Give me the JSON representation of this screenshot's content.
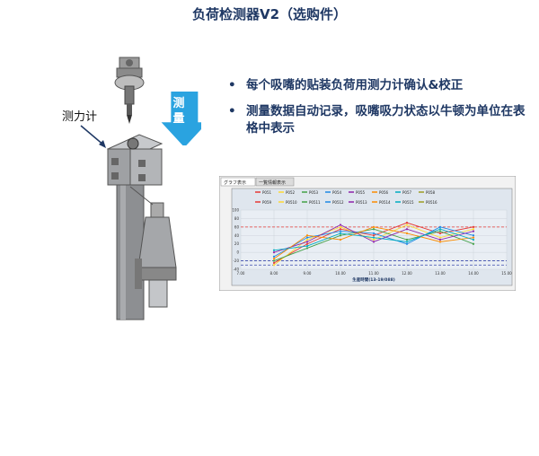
{
  "title": "负荷检测器V2（选购件）",
  "label_force_meter": "测力计",
  "arrow_label": "测量",
  "bullets": [
    "每个吸嘴的贴装负荷用测力计确认&校正",
    "测量数据自动记录，吸嘴吸力状态以牛顿为单位在表格中表示"
  ],
  "colors": {
    "title": "#1f3864",
    "arrow": "#2aa3e0",
    "machine": "#8d8f92"
  },
  "chart_panel": {
    "tabs": [
      "グラフ表示",
      "一覧情報表示"
    ],
    "legend": [
      "P051",
      "P052",
      "P053",
      "P054",
      "P055",
      "P056",
      "P057",
      "P058",
      "P059",
      "P0510",
      "P0511",
      "P0512",
      "P0513",
      "P0514",
      "P0515",
      "P0516"
    ],
    "y_ticks": [
      "100",
      "80",
      "60",
      "40",
      "20",
      "0",
      "-20",
      "-40"
    ],
    "x_ticks": [
      "7.00",
      "8.00",
      "9.00",
      "10.00",
      "11.00",
      "12.00",
      "13.00",
      "14.00",
      "15.00"
    ],
    "xlabel": "生産時間(13-19/088)"
  },
  "chart_data": {
    "type": "line",
    "x": [
      8,
      9,
      10,
      11,
      12,
      13,
      14
    ],
    "ylim": [
      -40,
      100
    ],
    "xlim": [
      7,
      15
    ],
    "series": [
      {
        "color": "#e53935",
        "values": [
          -25,
          20,
          55,
          40,
          70,
          45,
          60
        ]
      },
      {
        "color": "#fdd835",
        "values": [
          -30,
          30,
          60,
          30,
          65,
          35,
          55
        ]
      },
      {
        "color": "#43a047",
        "values": [
          -20,
          10,
          40,
          55,
          30,
          50,
          20
        ]
      },
      {
        "color": "#1e88e5",
        "values": [
          -10,
          35,
          50,
          45,
          20,
          60,
          40
        ]
      },
      {
        "color": "#8e24aa",
        "values": [
          0,
          25,
          65,
          25,
          55,
          30,
          50
        ]
      },
      {
        "color": "#fb8c00",
        "values": [
          -15,
          40,
          30,
          60,
          45,
          25,
          35
        ]
      },
      {
        "color": "#00acc1",
        "values": [
          5,
          15,
          45,
          35,
          25,
          55,
          30
        ]
      }
    ],
    "reference_lines": [
      {
        "y": 60,
        "color": "#e53935"
      },
      {
        "y": -20,
        "color": "#3949ab"
      },
      {
        "y": -30,
        "color": "#3949ab"
      }
    ]
  }
}
